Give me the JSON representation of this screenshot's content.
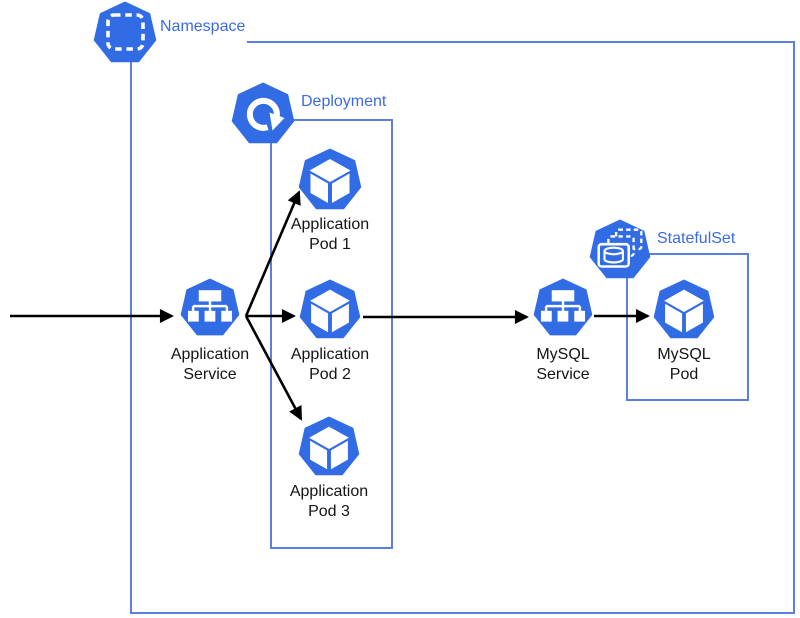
{
  "diagram": {
    "groups": {
      "namespace": {
        "label": "Namespace"
      },
      "deployment": {
        "label": "Deployment"
      },
      "statefulset": {
        "label": "StatefulSet"
      }
    },
    "nodes": {
      "app_service": {
        "line1": "Application",
        "line2": "Service"
      },
      "app_pod1": {
        "line1": "Application",
        "line2": "Pod 1"
      },
      "app_pod2": {
        "line1": "Application",
        "line2": "Pod 2"
      },
      "app_pod3": {
        "line1": "Application",
        "line2": "Pod 3"
      },
      "mysql_service": {
        "line1": "MySQL",
        "line2": "Service"
      },
      "mysql_pod": {
        "line1": "MySQL",
        "line2": "Pod"
      }
    },
    "edges": [
      {
        "from": "external",
        "to": "app_service"
      },
      {
        "from": "app_service",
        "to": "app_pod1"
      },
      {
        "from": "app_service",
        "to": "app_pod2"
      },
      {
        "from": "app_service",
        "to": "app_pod3"
      },
      {
        "from": "app_pod2",
        "to": "mysql_service"
      },
      {
        "from": "mysql_service",
        "to": "mysql_pod"
      }
    ],
    "colors": {
      "kubernetes_blue": "#326CE5",
      "box_border": "#5B7FE0",
      "group_label": "#3A6BE5",
      "node_label": "#141414",
      "arrow": "#000000",
      "icon_glyph": "#FFFFFF"
    }
  }
}
